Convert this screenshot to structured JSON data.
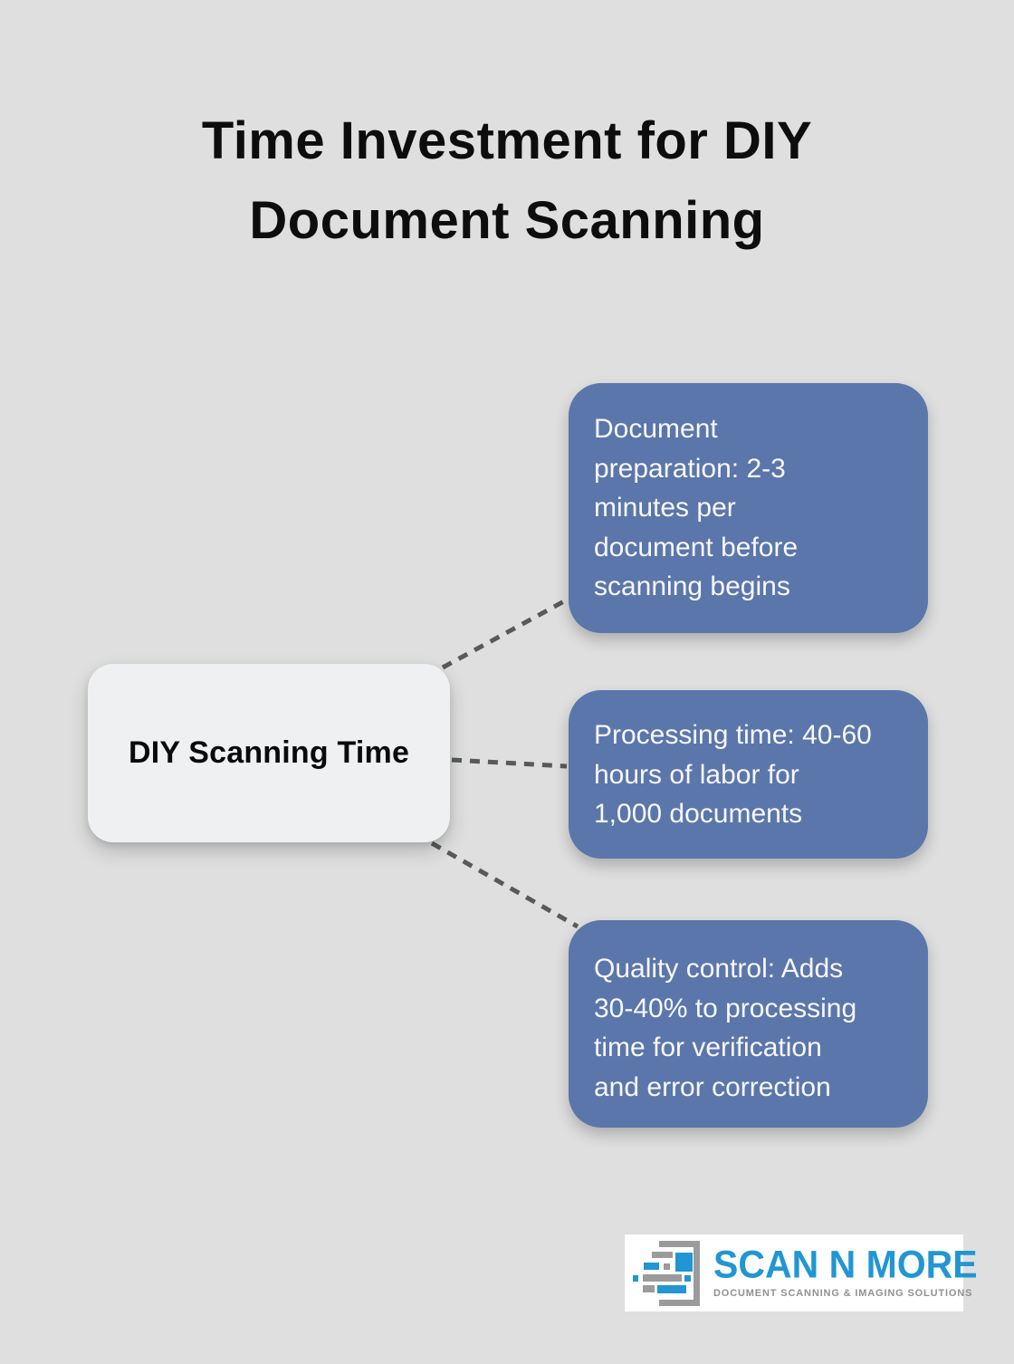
{
  "title": {
    "line1": "Time Investment for DIY",
    "line2": "Document Scanning"
  },
  "center_node": {
    "label": "DIY Scanning Time"
  },
  "branches": [
    {
      "text": "Document preparation: 2-3 minutes per document before scanning begins",
      "lines": [
        "Document",
        "preparation: 2-3",
        "minutes per",
        "document before",
        "scanning begins"
      ]
    },
    {
      "text": "Processing time: 40-60 hours of labor for 1,000 documents",
      "lines": [
        "Processing time: 40-60",
        "hours of labor for",
        "1,000 documents"
      ]
    },
    {
      "text": "Quality control: Adds 30-40% to processing time for verification and error correction",
      "lines": [
        "Quality control: Adds",
        "30-40% to processing",
        "time for verification",
        "and error correction"
      ]
    }
  ],
  "logo": {
    "brand": "SCAN N MORE",
    "tagline": "DOCUMENT SCANNING & IMAGING SOLUTIONS",
    "icon": "document-scan-pixels-icon",
    "brand_color": "#2196d3",
    "tagline_color": "#8f9291"
  },
  "colors": {
    "background": "#dedfde",
    "branch_box": "#5b76ab",
    "branch_text": "#f7f8f9",
    "center_box": "#eff0f2",
    "center_text": "#0a0a0a",
    "connector": "#575b58",
    "title_text": "#0d0d0d",
    "logo_background": "#ffffff"
  }
}
